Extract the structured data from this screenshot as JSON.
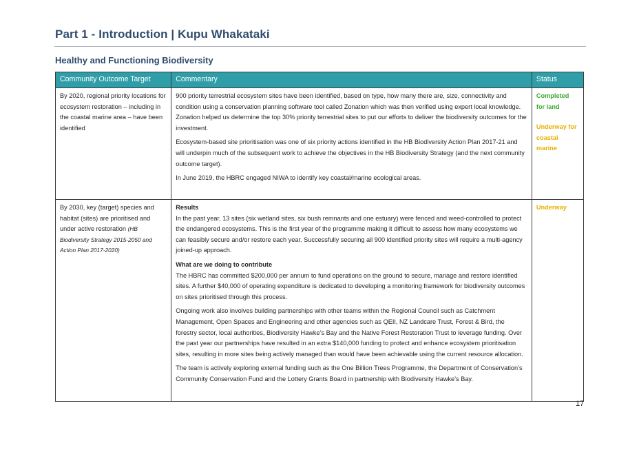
{
  "header": {
    "title": "Part 1 - Introduction | Kupu Whakataki",
    "section": "Healthy and Functioning Biodiversity"
  },
  "table": {
    "columns": [
      "Community Outcome Target",
      "Commentary",
      "Status"
    ],
    "rows": [
      {
        "target": "By 2020, regional priority locations for ecosystem restoration – including in the coastal marine area – have been identified",
        "commentary": [
          "900 priority terrestrial ecosystem sites have been identified, based on type, how many there are, size, connectivity and condition using a conservation planning software tool called Zonation which was then verified using expert local knowledge. Zonation helped us determine the top 30% priority terrestrial sites to put our efforts to deliver the biodiversity outcomes for the investment.",
          "Ecosystem-based site prioritisation was one of six priority actions identified in the HB Biodiversity Action Plan 2017-21 and will underpin much of the subsequent work to achieve the objectives in the HB Biodiversity Strategy (and the next community outcome target).",
          "In June 2019, the HBRC engaged NIWA to identify key coastal/marine ecological areas."
        ],
        "status": [
          "Completed for land",
          "Underway for coastal marine"
        ]
      },
      {
        "target": "By 2030, key (target) species and habitat (sites) are prioritised and under active restoration",
        "target_ref": "(HB Biodiversity Strategy 2015-2050 and Action Plan 2017-2020)",
        "results_heading": "Results",
        "results": "In the past year, 13 sites (six wetland sites, six bush remnants and one estuary) were fenced and weed-controlled to protect the endangered ecosystems.  This is the first year of the programme making it difficult to assess how many ecosystems we can feasibly secure and/or restore each year. Successfully securing all 900 identified priority sites will require a multi-agency joined-up approach.",
        "contribute_heading": "What are we doing to contribute",
        "contribute": [
          "The HBRC has committed $200,000 per annum to fund operations on the ground to secure, manage and restore identified sites. A further $40,000 of operating expenditure is dedicated to developing a monitoring framework for biodiversity outcomes on sites prioritised through this process.",
          "Ongoing work also involves building partnerships with other teams within the Regional Council such as Catchment Management, Open Spaces and Engineering and other agencies such as QEII, NZ Landcare Trust, Forest & Bird, the forestry sector, local authorities, Biodiversity Hawke’s Bay and the Native Forest Restoration Trust to leverage funding. Over the past year our partnerships have resulted in an extra $140,000 funding to protect and enhance ecosystem prioritisation sites, resulting in more sites being actively managed than would have been achievable using the current resource allocation.",
          "The team is actively exploring external funding such as the One Billion Trees Programme, the Department of Conservation’s Community Conservation Fund and the Lottery Grants Board in partnership with Biodiversity Hawke’s Bay."
        ],
        "status": "Underway"
      }
    ]
  },
  "footer": {
    "page_number": "17"
  },
  "colors": {
    "heading": "#2e4c6d",
    "table_header": "#2f9ea8",
    "status_completed": "#3aab2e",
    "status_underway": "#e8b000"
  }
}
